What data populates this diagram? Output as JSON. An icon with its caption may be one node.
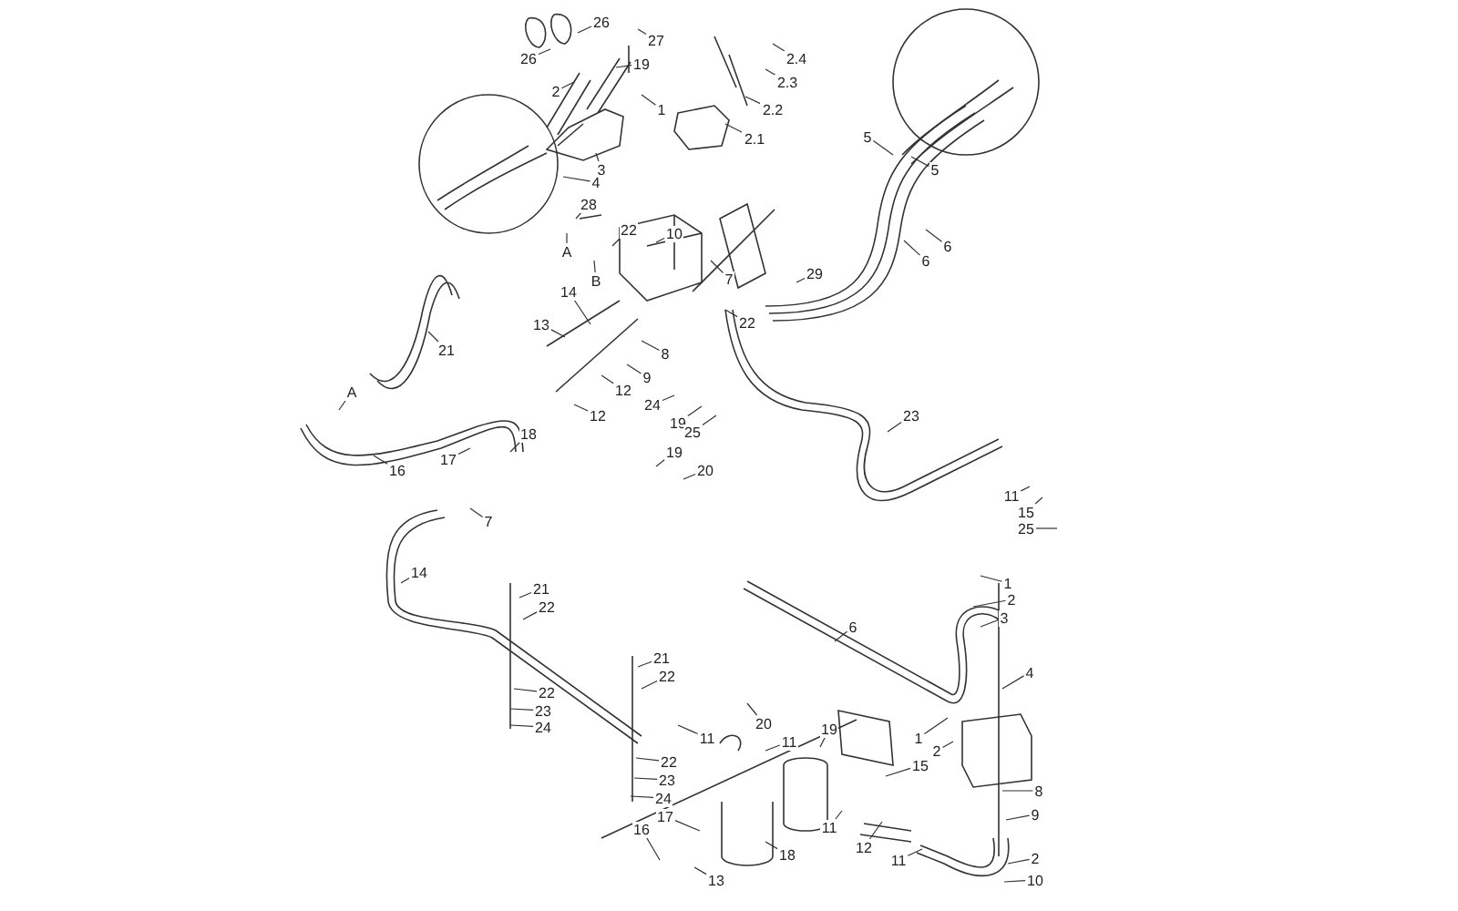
{
  "diagram": {
    "nodes": [
      {
        "text": [
          "26"
        ]
      },
      {
        "text": [
          "26"
        ]
      },
      {
        "text": [
          "27"
        ]
      },
      {
        "text": [
          "19"
        ]
      },
      {
        "text": [
          "2"
        ]
      },
      {
        "text": [
          "1"
        ]
      },
      {
        "text": [
          "2.4"
        ]
      },
      {
        "text": [
          "2.3"
        ]
      },
      {
        "text": [
          "2.2"
        ]
      },
      {
        "text": [
          "2.1"
        ]
      },
      {
        "text": [
          "3"
        ]
      },
      {
        "text": [
          "4"
        ]
      },
      {
        "text": [
          "28"
        ]
      },
      {
        "text": [
          "A"
        ]
      },
      {
        "text": [
          "22"
        ]
      },
      {
        "text": [
          "10"
        ]
      },
      {
        "text": [
          "B"
        ]
      },
      {
        "text": [
          "7"
        ]
      },
      {
        "text": [
          "29"
        ]
      },
      {
        "text": [
          "14"
        ]
      },
      {
        "text": [
          "13"
        ]
      },
      {
        "text": [
          "22"
        ]
      },
      {
        "text": [
          "8"
        ]
      },
      {
        "text": [
          "9"
        ]
      },
      {
        "text": [
          "12"
        ]
      },
      {
        "text": [
          "12"
        ]
      },
      {
        "text": [
          "24"
        ]
      },
      {
        "text": [
          "19"
        ]
      },
      {
        "text": [
          "25"
        ]
      },
      {
        "text": [
          "19"
        ]
      },
      {
        "text": [
          "20"
        ]
      },
      {
        "text": [
          "21"
        ]
      },
      {
        "text": [
          "A"
        ]
      },
      {
        "text": [
          "16"
        ]
      },
      {
        "text": [
          "17"
        ]
      },
      {
        "text": [
          "18"
        ]
      },
      {
        "text": [
          "7"
        ]
      },
      {
        "text": [
          "5"
        ]
      },
      {
        "text": [
          "5"
        ]
      },
      {
        "text": [
          "6"
        ]
      },
      {
        "text": [
          "6"
        ]
      },
      {
        "text": [
          "23"
        ]
      },
      {
        "text": [
          "11"
        ]
      },
      {
        "text": [
          "15"
        ]
      },
      {
        "text": [
          "25"
        ]
      },
      {
        "text": [
          "14"
        ]
      },
      {
        "text": [
          "21"
        ]
      },
      {
        "text": [
          "22"
        ]
      },
      {
        "text": [
          "22"
        ]
      },
      {
        "text": [
          "23"
        ]
      },
      {
        "text": [
          "24"
        ]
      },
      {
        "text": [
          "21"
        ]
      },
      {
        "text": [
          "22"
        ]
      },
      {
        "text": [
          "11"
        ]
      },
      {
        "text": [
          "22"
        ]
      },
      {
        "text": [
          "23"
        ]
      },
      {
        "text": [
          "24"
        ]
      },
      {
        "text": [
          "17"
        ]
      },
      {
        "text": [
          "16"
        ]
      },
      {
        "text": [
          "13"
        ]
      },
      {
        "text": [
          "6"
        ]
      },
      {
        "text": [
          "1"
        ]
      },
      {
        "text": [
          "2"
        ]
      },
      {
        "text": [
          "3"
        ]
      },
      {
        "text": [
          "4"
        ]
      },
      {
        "text": [
          "20"
        ]
      },
      {
        "text": [
          "19"
        ]
      },
      {
        "text": [
          "11"
        ]
      },
      {
        "text": [
          "1"
        ]
      },
      {
        "text": [
          "2"
        ]
      },
      {
        "text": [
          "15"
        ]
      },
      {
        "text": [
          "8"
        ]
      },
      {
        "text": [
          "11"
        ]
      },
      {
        "text": [
          "9"
        ]
      },
      {
        "text": [
          "18"
        ]
      },
      {
        "text": [
          "12"
        ]
      },
      {
        "text": [
          "11"
        ]
      },
      {
        "text": [
          "2"
        ]
      },
      {
        "text": [
          "10"
        ]
      }
    ],
    "edges": [
      {
        "from": 0,
        "to": null,
        "arrow": "none"
      },
      {
        "from": 1,
        "to": null,
        "arrow": "none"
      },
      {
        "from": 2,
        "to": null,
        "arrow": "none"
      },
      {
        "from": 3,
        "to": null,
        "arrow": "none"
      },
      {
        "from": 4,
        "to": null,
        "arrow": "none"
      },
      {
        "from": 5,
        "to": null,
        "arrow": "none"
      },
      {
        "from": 6,
        "to": null,
        "arrow": "none"
      },
      {
        "from": 7,
        "to": null,
        "arrow": "none"
      },
      {
        "from": 8,
        "to": null,
        "arrow": "none"
      },
      {
        "from": 9,
        "to": null,
        "arrow": "none"
      },
      {
        "from": 10,
        "to": null,
        "arrow": "none"
      },
      {
        "from": 11,
        "to": null,
        "arrow": "none"
      },
      {
        "from": 12,
        "to": null,
        "arrow": "none"
      },
      {
        "from": 13,
        "to": null,
        "arrow": "none"
      },
      {
        "from": 14,
        "to": null,
        "arrow": "none"
      },
      {
        "from": 15,
        "to": null,
        "arrow": "none"
      },
      {
        "from": 16,
        "to": null,
        "arrow": "none"
      },
      {
        "from": 17,
        "to": null,
        "arrow": "none"
      },
      {
        "from": 18,
        "to": null,
        "arrow": "none"
      },
      {
        "from": 19,
        "to": null,
        "arrow": "none"
      },
      {
        "from": 20,
        "to": null,
        "arrow": "none"
      },
      {
        "from": 21,
        "to": null,
        "arrow": "none"
      },
      {
        "from": 22,
        "to": null,
        "arrow": "none"
      },
      {
        "from": 23,
        "to": null,
        "arrow": "none"
      },
      {
        "from": 24,
        "to": null,
        "arrow": "none"
      },
      {
        "from": 25,
        "to": null,
        "arrow": "none"
      },
      {
        "from": 26,
        "to": null,
        "arrow": "none"
      },
      {
        "from": 27,
        "to": null,
        "arrow": "none"
      },
      {
        "from": 28,
        "to": null,
        "arrow": "none"
      },
      {
        "from": 29,
        "to": null,
        "arrow": "none"
      },
      {
        "from": 30,
        "to": null,
        "arrow": "none"
      },
      {
        "from": 31,
        "to": null,
        "arrow": "none"
      },
      {
        "from": 32,
        "to": null,
        "arrow": "none"
      },
      {
        "from": 33,
        "to": null,
        "arrow": "none"
      },
      {
        "from": 34,
        "to": null,
        "arrow": "none"
      },
      {
        "from": 35,
        "to": null,
        "arrow": "none"
      },
      {
        "from": 36,
        "to": null,
        "arrow": "none"
      },
      {
        "from": 37,
        "to": null,
        "arrow": "none"
      },
      {
        "from": 38,
        "to": null,
        "arrow": "none"
      },
      {
        "from": 39,
        "to": null,
        "arrow": "none"
      },
      {
        "from": 40,
        "to": null,
        "arrow": "none"
      },
      {
        "from": 41,
        "to": null,
        "arrow": "none"
      },
      {
        "from": 42,
        "to": null,
        "arrow": "none"
      },
      {
        "from": 43,
        "to": null,
        "arrow": "none"
      },
      {
        "from": 44,
        "to": null,
        "arrow": "none"
      },
      {
        "from": 45,
        "to": null,
        "arrow": "none"
      },
      {
        "from": 46,
        "to": null,
        "arrow": "none"
      },
      {
        "from": 47,
        "to": null,
        "arrow": "none"
      },
      {
        "from": 48,
        "to": null,
        "arrow": "none"
      },
      {
        "from": 49,
        "to": null,
        "arrow": "none"
      },
      {
        "from": 50,
        "to": null,
        "arrow": "none"
      },
      {
        "from": 51,
        "to": null,
        "arrow": "none"
      },
      {
        "from": 52,
        "to": null,
        "arrow": "none"
      },
      {
        "from": 53,
        "to": null,
        "arrow": "none"
      },
      {
        "from": 54,
        "to": null,
        "arrow": "none"
      },
      {
        "from": 55,
        "to": null,
        "arrow": "none"
      },
      {
        "from": 56,
        "to": null,
        "arrow": "none"
      },
      {
        "from": 57,
        "to": null,
        "arrow": "none"
      },
      {
        "from": 58,
        "to": null,
        "arrow": "none"
      },
      {
        "from": 59,
        "to": null,
        "arrow": "none"
      },
      {
        "from": 60,
        "to": null,
        "arrow": "none"
      },
      {
        "from": 61,
        "to": null,
        "arrow": "none"
      },
      {
        "from": 62,
        "to": null,
        "arrow": "none"
      },
      {
        "from": 63,
        "to": null,
        "arrow": "none"
      },
      {
        "from": 64,
        "to": null,
        "arrow": "none"
      },
      {
        "from": 65,
        "to": null,
        "arrow": "none"
      },
      {
        "from": 66,
        "to": null,
        "arrow": "none"
      },
      {
        "from": 67,
        "to": null,
        "arrow": "none"
      },
      {
        "from": 68,
        "to": null,
        "arrow": "none"
      },
      {
        "from": 69,
        "to": null,
        "arrow": "none"
      },
      {
        "from": 70,
        "to": null,
        "arrow": "none"
      },
      {
        "from": 71,
        "to": null,
        "arrow": "none"
      },
      {
        "from": 72,
        "to": null,
        "arrow": "none"
      },
      {
        "from": 73,
        "to": null,
        "arrow": "none"
      },
      {
        "from": 74,
        "to": null,
        "arrow": "none"
      },
      {
        "from": 75,
        "to": null,
        "arrow": "none"
      },
      {
        "from": 76,
        "to": null,
        "arrow": "none"
      },
      {
        "from": 77,
        "to": null,
        "arrow": "none"
      },
      {
        "from": 78,
        "to": null,
        "arrow": "none"
      }
    ]
  }
}
